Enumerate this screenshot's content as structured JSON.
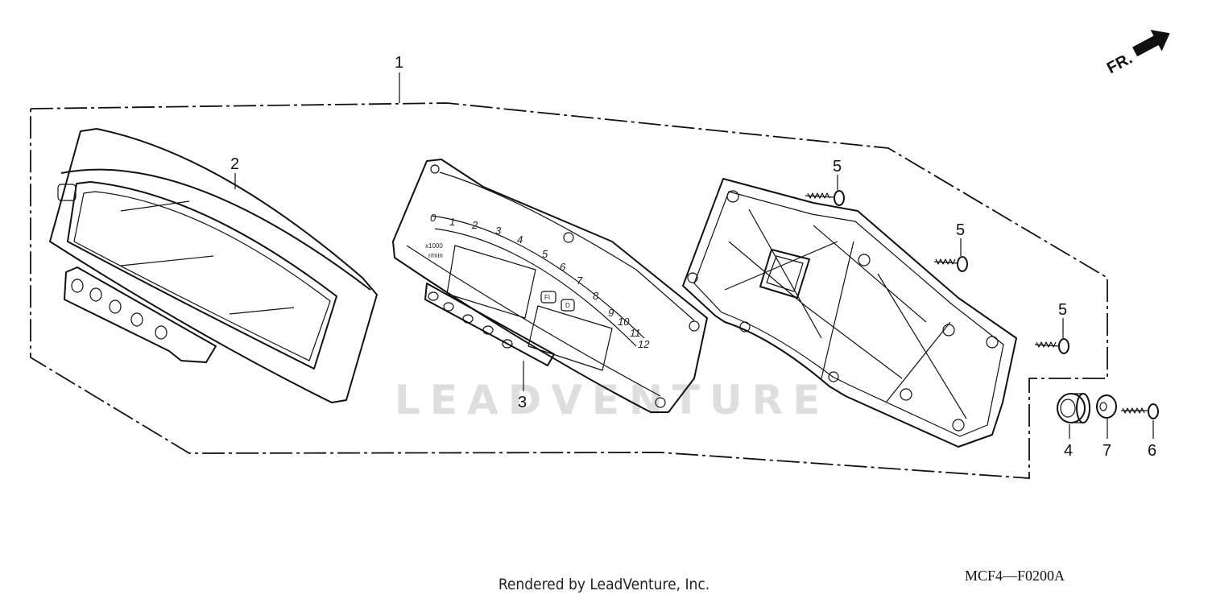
{
  "callouts": [
    {
      "id": "1",
      "label": "1"
    },
    {
      "id": "2",
      "label": "2"
    },
    {
      "id": "3",
      "label": "3"
    },
    {
      "id": "4",
      "label": "4"
    },
    {
      "id": "5a",
      "label": "5"
    },
    {
      "id": "5b",
      "label": "5"
    },
    {
      "id": "5c",
      "label": "5"
    },
    {
      "id": "6",
      "label": "6"
    },
    {
      "id": "7",
      "label": "7"
    }
  ],
  "direction_label": "FR.",
  "watermark": "LEADVENTURE",
  "diagram_code": "MCF4—F0200A",
  "footer": "Rendered by LeadVenture, Inc.",
  "gauge": {
    "scale_label": "x1000",
    "scale_unit": "r/min",
    "ticks": [
      "0",
      "1",
      "2",
      "3",
      "4",
      "5",
      "6",
      "7",
      "8",
      "9",
      "10",
      "11",
      "12"
    ],
    "indicator_f1": "FI",
    "indicator_d": "D"
  }
}
